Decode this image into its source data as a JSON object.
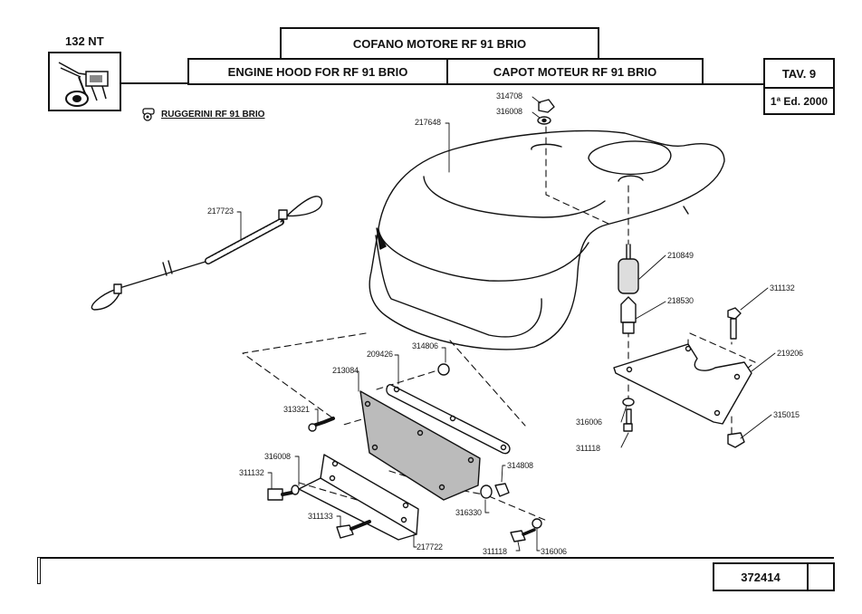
{
  "header": {
    "model": "132 NT",
    "title_it": "COFANO MOTORE RF 91 BRIO",
    "title_en": "ENGINE HOOD FOR RF 91 BRIO",
    "title_fr": "CAPOT MOTEUR RF 91 BRIO",
    "table_number": "TAV. 9",
    "edition": "1ª Ed. 2000",
    "engine_label": "RUGGERINI RF 91 BRIO"
  },
  "footer": {
    "code": "372414",
    "blank_cell": ""
  },
  "parts": [
    {
      "id": "314708",
      "description": "nut (top)"
    },
    {
      "id": "316008",
      "description": "washer (top)"
    },
    {
      "id": "217648",
      "description": "engine hood"
    },
    {
      "id": "217723",
      "description": "cable with spring"
    },
    {
      "id": "210849",
      "description": "rubber mount"
    },
    {
      "id": "218530",
      "description": "threaded stud"
    },
    {
      "id": "311132",
      "description": "bolt (right)"
    },
    {
      "id": "219206",
      "description": "bracket plate"
    },
    {
      "id": "316006",
      "description": "washer (right)"
    },
    {
      "id": "311118",
      "description": "screw (right)"
    },
    {
      "id": "315015",
      "description": "nut (right)"
    },
    {
      "id": "314806",
      "description": "nut (upper)"
    },
    {
      "id": "209426",
      "description": "strip"
    },
    {
      "id": "213084",
      "description": "filter pad"
    },
    {
      "id": "313321",
      "description": "screw (left)"
    },
    {
      "id": "316008",
      "description": "washer (lower left)"
    },
    {
      "id": "311132",
      "description": "bolt (lower left)"
    },
    {
      "id": "311133",
      "description": "bolt (lower)"
    },
    {
      "id": "217722",
      "description": "angle bracket"
    },
    {
      "id": "314808",
      "description": "nut (lower)"
    },
    {
      "id": "316330",
      "description": "washer (lower)"
    },
    {
      "id": "311118",
      "description": "screw (lower)"
    },
    {
      "id": "316006",
      "description": "washer (lower right)"
    }
  ],
  "icons": {
    "tiller_thumbnail": "tiller-machine-icon",
    "engine": "engine-icon"
  }
}
